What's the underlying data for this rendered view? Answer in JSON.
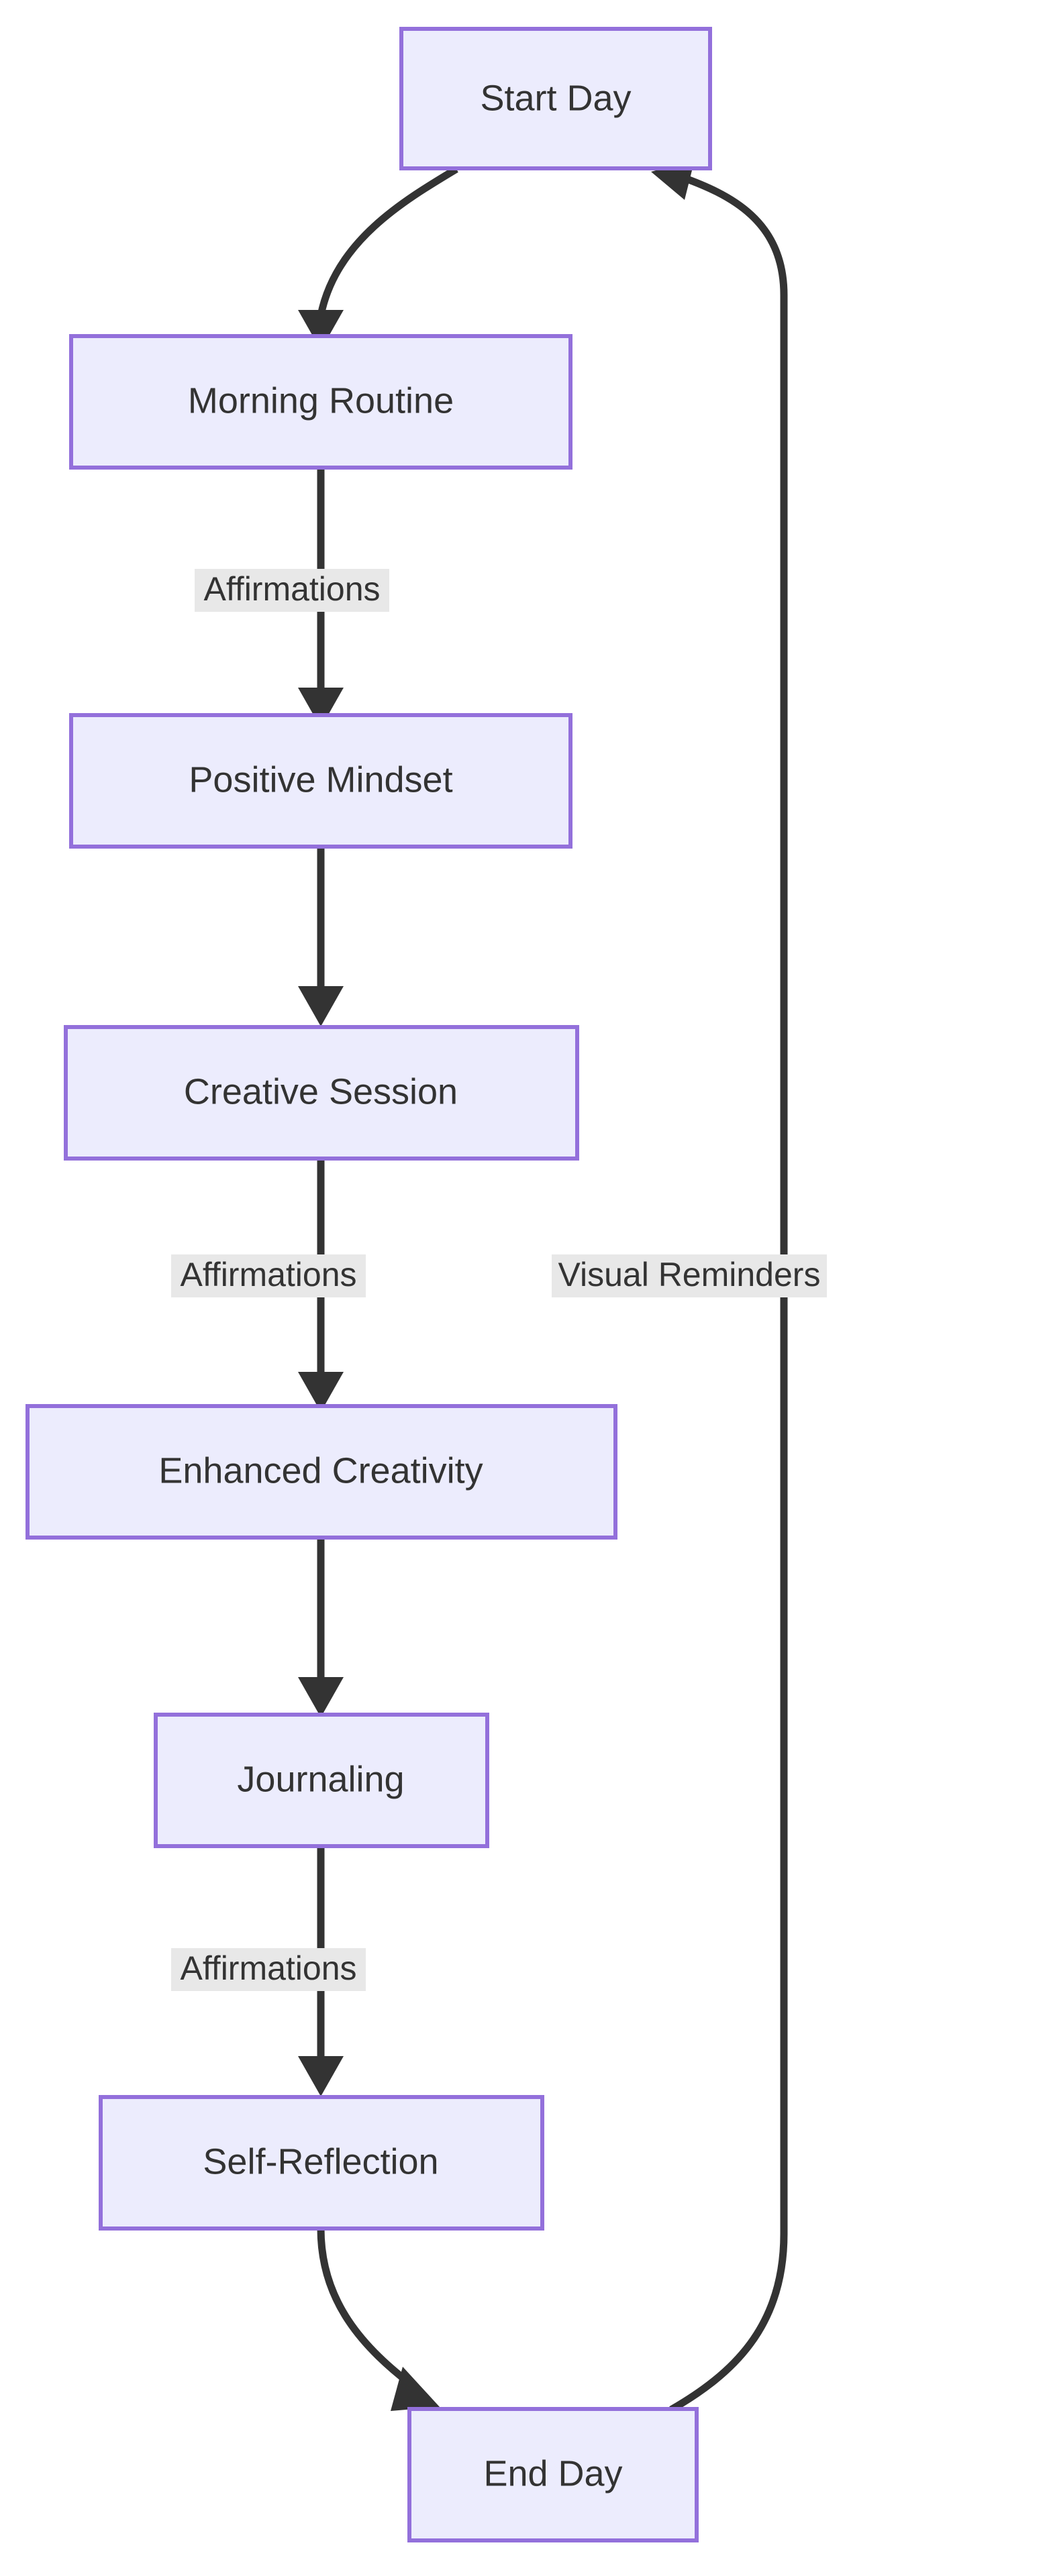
{
  "diagram": {
    "type": "flowchart",
    "direction": "top-to-bottom",
    "colors": {
      "node_fill": "#ececfd",
      "node_stroke": "#9370db",
      "edge_stroke": "#333333",
      "label_bg": "#e8e8e8",
      "text": "#333333",
      "canvas": "#ffffff"
    },
    "nodes": [
      {
        "id": "start",
        "label": "Start Day"
      },
      {
        "id": "morning",
        "label": "Morning Routine"
      },
      {
        "id": "mindset",
        "label": "Positive Mindset"
      },
      {
        "id": "creative",
        "label": "Creative Session"
      },
      {
        "id": "enhanced",
        "label": "Enhanced Creativity"
      },
      {
        "id": "journaling",
        "label": "Journaling"
      },
      {
        "id": "reflection",
        "label": "Self-Reflection"
      },
      {
        "id": "end",
        "label": "End Day"
      }
    ],
    "edges": [
      {
        "from": "start",
        "to": "morning",
        "label": ""
      },
      {
        "from": "morning",
        "to": "mindset",
        "label": "Affirmations"
      },
      {
        "from": "mindset",
        "to": "creative",
        "label": ""
      },
      {
        "from": "creative",
        "to": "enhanced",
        "label": "Affirmations"
      },
      {
        "from": "enhanced",
        "to": "journaling",
        "label": ""
      },
      {
        "from": "journaling",
        "to": "reflection",
        "label": "Affirmations"
      },
      {
        "from": "reflection",
        "to": "end",
        "label": ""
      },
      {
        "from": "end",
        "to": "start",
        "label": "Visual Reminders"
      }
    ],
    "edge_labels": [
      {
        "id": "lbl-affirmations-1",
        "text": "Affirmations"
      },
      {
        "id": "lbl-affirmations-2",
        "text": "Affirmations"
      },
      {
        "id": "lbl-visual",
        "text": "Visual Reminders"
      },
      {
        "id": "lbl-affirmations-3",
        "text": "Affirmations"
      }
    ]
  }
}
